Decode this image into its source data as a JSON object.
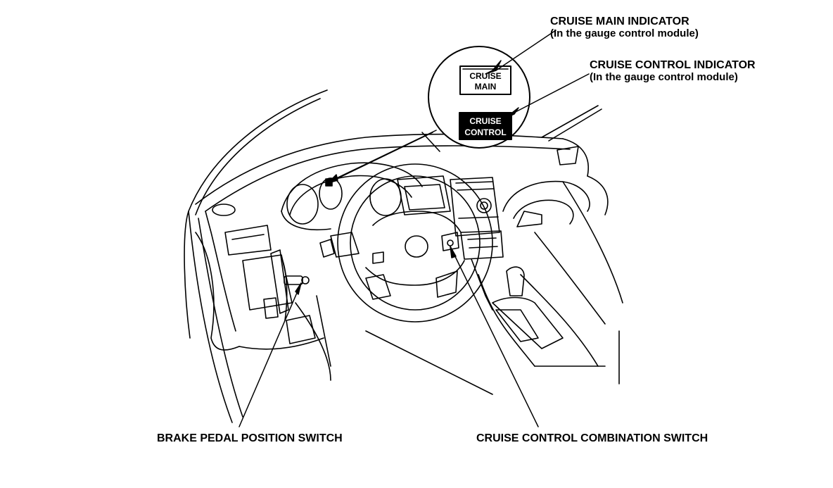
{
  "labels": {
    "cruise_main_indicator": {
      "title": "CRUISE MAIN INDICATOR",
      "subtitle": "(In the gauge control module)"
    },
    "cruise_control_indicator": {
      "title": "CRUISE CONTROL INDICATOR",
      "subtitle": "(In the gauge control module)"
    },
    "brake_pedal_position_switch": "BRAKE PEDAL POSITION SWITCH",
    "cruise_control_combination_switch": "CRUISE CONTROL COMBINATION SWITCH"
  },
  "inset": {
    "main_icon_line1": "CRUISE",
    "main_icon_line2": "MAIN",
    "control_icon_line1": "CRUISE",
    "control_icon_line2": "CONTROL"
  },
  "colors": {
    "ink": "#000000",
    "paper": "#ffffff"
  }
}
